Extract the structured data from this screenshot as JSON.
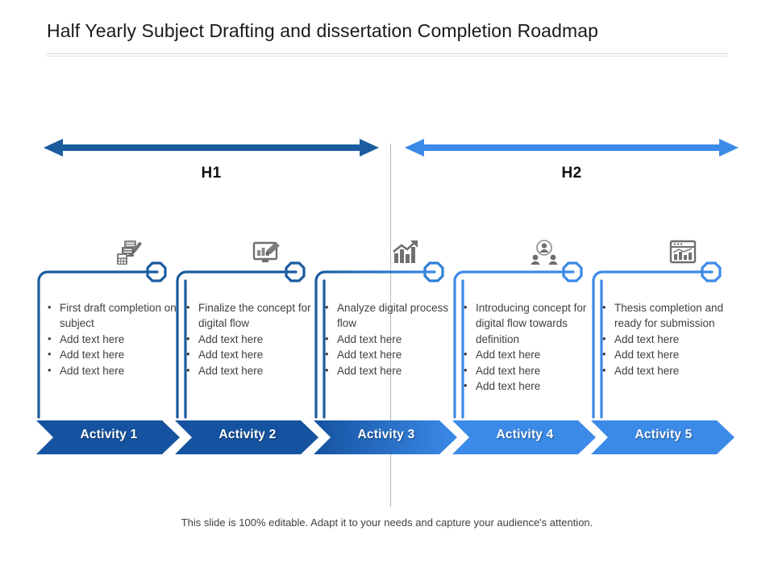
{
  "slide": {
    "title": "Half Yearly Subject Drafting and dissertation Completion Roadmap",
    "footer_note": "This slide is 100% editable. Adapt it to your needs and capture your audience's attention."
  },
  "colors": {
    "h1_dark_blue": "#1a5c9e",
    "h2_light_blue": "#3b8ae8",
    "title_text": "#1a1a1a",
    "body_text": "#3f3f3f",
    "rule_gray": "#d8d8d8",
    "divider_gray": "#b9b9b9",
    "banner_white": "#ffffff"
  },
  "halves": [
    {
      "id": "h1",
      "label": "H1",
      "color": "#1a5c9e",
      "arrow": "double-headed-arrow"
    },
    {
      "id": "h2",
      "label": "H2",
      "color": "#3b8ae8",
      "arrow": "double-headed-arrow"
    }
  ],
  "cards": [
    {
      "chevron_label": "Activity 1",
      "icon": "documents-calculator-pen-icon",
      "accent": "#1a5c9e",
      "bullets": [
        "First draft completion on subject",
        "Add text here",
        "Add text here",
        "Add text here"
      ]
    },
    {
      "chevron_label": "Activity 2",
      "icon": "presentation-screen-pen-icon",
      "accent": "#1a5c9e",
      "bullets": [
        "Finalize the concept for digital flow",
        "Add text here",
        "Add text here",
        "Add text here"
      ]
    },
    {
      "chevron_label": "Activity 3",
      "icon": "growth-bar-chart-arrow-icon",
      "accent": "#2f7fd6",
      "bullets": [
        "Analyze digital process flow",
        "Add text here",
        "Add text here",
        "Add text here"
      ]
    },
    {
      "chevron_label": "Activity 4",
      "icon": "team-people-group-icon",
      "accent": "#3b8ae8",
      "bullets": [
        "Introducing concept for digital flow towards definition",
        "Add text here",
        "Add text here",
        "Add text here"
      ]
    },
    {
      "chevron_label": "Activity 5",
      "icon": "analytics-dashboard-window-icon",
      "accent": "#3b8ae8",
      "bullets": [
        "Thesis completion and ready for submission",
        "Add text here",
        "Add text here",
        "Add text here"
      ]
    }
  ]
}
